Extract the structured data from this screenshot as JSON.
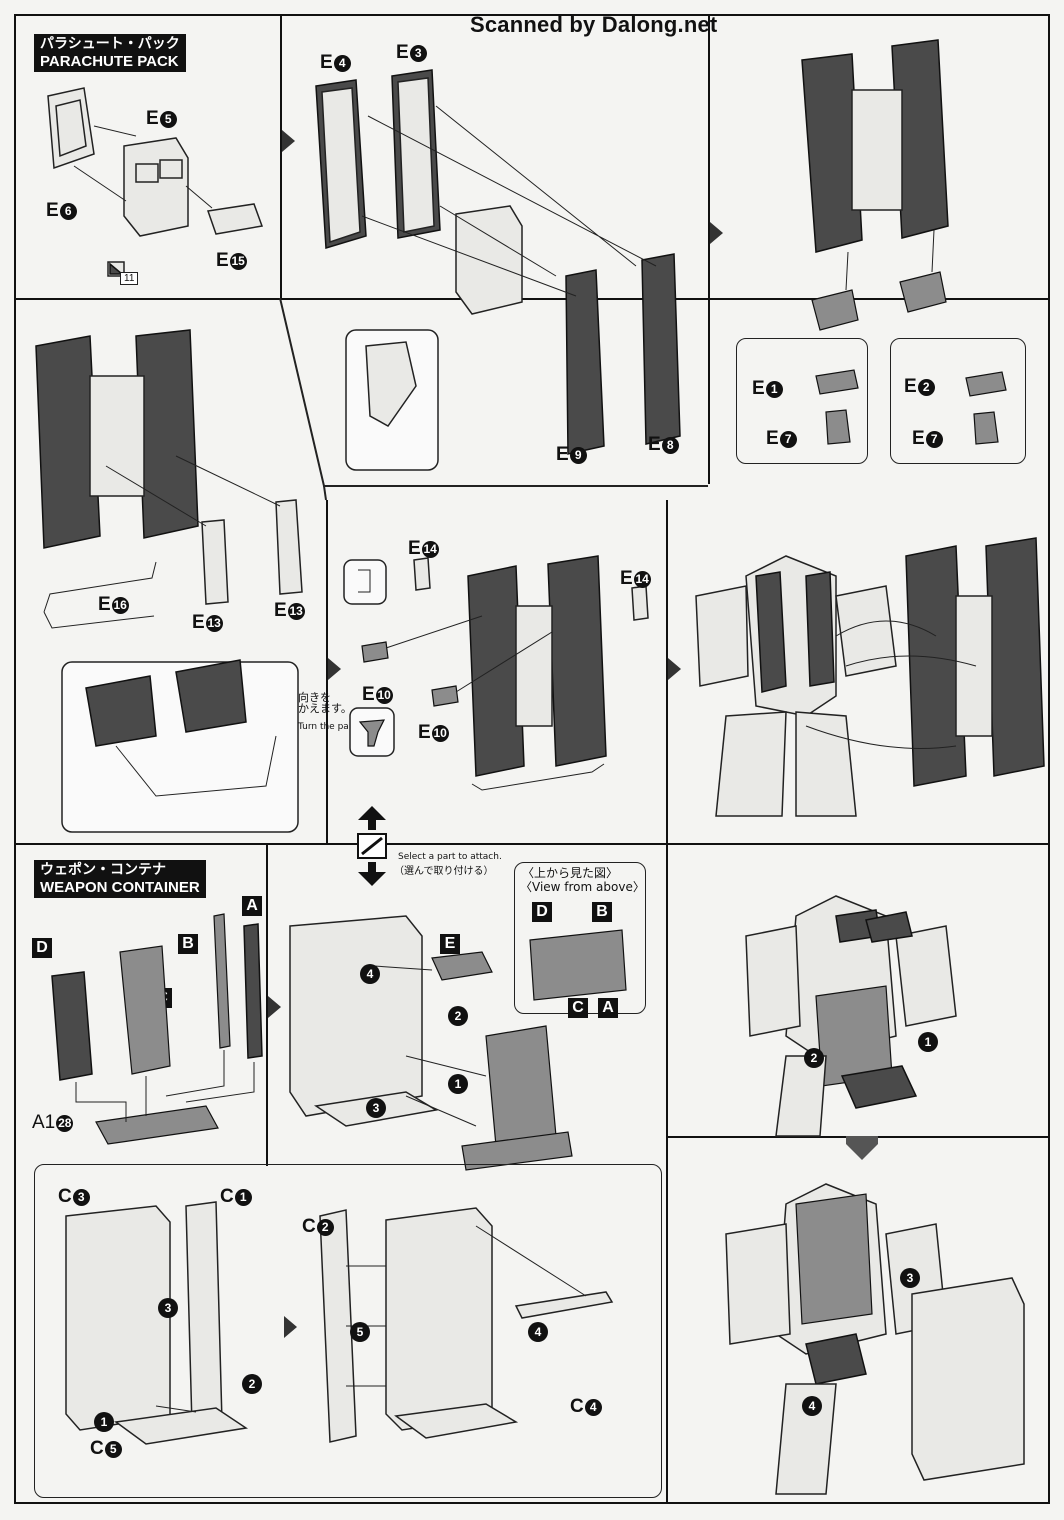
{
  "watermark": "Scanned by Dalong.net",
  "parachute": {
    "title_jp": "パラシュート・パック",
    "title_en": "PARACHUTE PACK",
    "labels": {
      "e4": "E",
      "e4n": "4",
      "e3": "E",
      "e3n": "3",
      "e5": "E",
      "e5n": "5",
      "e6": "E",
      "e6n": "6",
      "e15": "E",
      "e15n": "15",
      "e9": "E",
      "e9n": "9",
      "e8": "E",
      "e8n": "8",
      "e1": "E",
      "e1n": "1",
      "e2": "E",
      "e2n": "2",
      "e7a": "E",
      "e7an": "7",
      "e7b": "E",
      "e7bn": "7",
      "e16": "E",
      "e16n": "16",
      "e13a": "E",
      "e13an": "13",
      "e13b": "E",
      "e13bn": "13",
      "e14a": "E",
      "e14an": "14",
      "e14b": "E",
      "e14bn": "14",
      "e10a": "E",
      "e10an": "10",
      "e10b": "E",
      "e10bn": "10",
      "page_ref": "11"
    },
    "turn_jp": "向きを\nかえます。",
    "turn_en": "Turn the part."
  },
  "weapon": {
    "title_jp": "ウェポン・コンテナ",
    "title_en": "WEAPON CONTAINER",
    "select_en": "Select a part to attach.",
    "select_jp": "（選んで取り付ける）",
    "view_jp": "〈上から見た図〉",
    "view_en": "〈View from above〉",
    "letters": {
      "a": "A",
      "b": "B",
      "c": "C",
      "d": "D",
      "e": "E"
    },
    "a1": "A1",
    "a1n": "28",
    "c_labels": {
      "c3": "C",
      "c3n": "3",
      "c1": "C",
      "c1n": "1",
      "c2": "C",
      "c2n": "2",
      "c4": "C",
      "c4n": "4",
      "c5": "C",
      "c5n": "5"
    },
    "steps": [
      "1",
      "2",
      "3",
      "4",
      "5"
    ]
  }
}
